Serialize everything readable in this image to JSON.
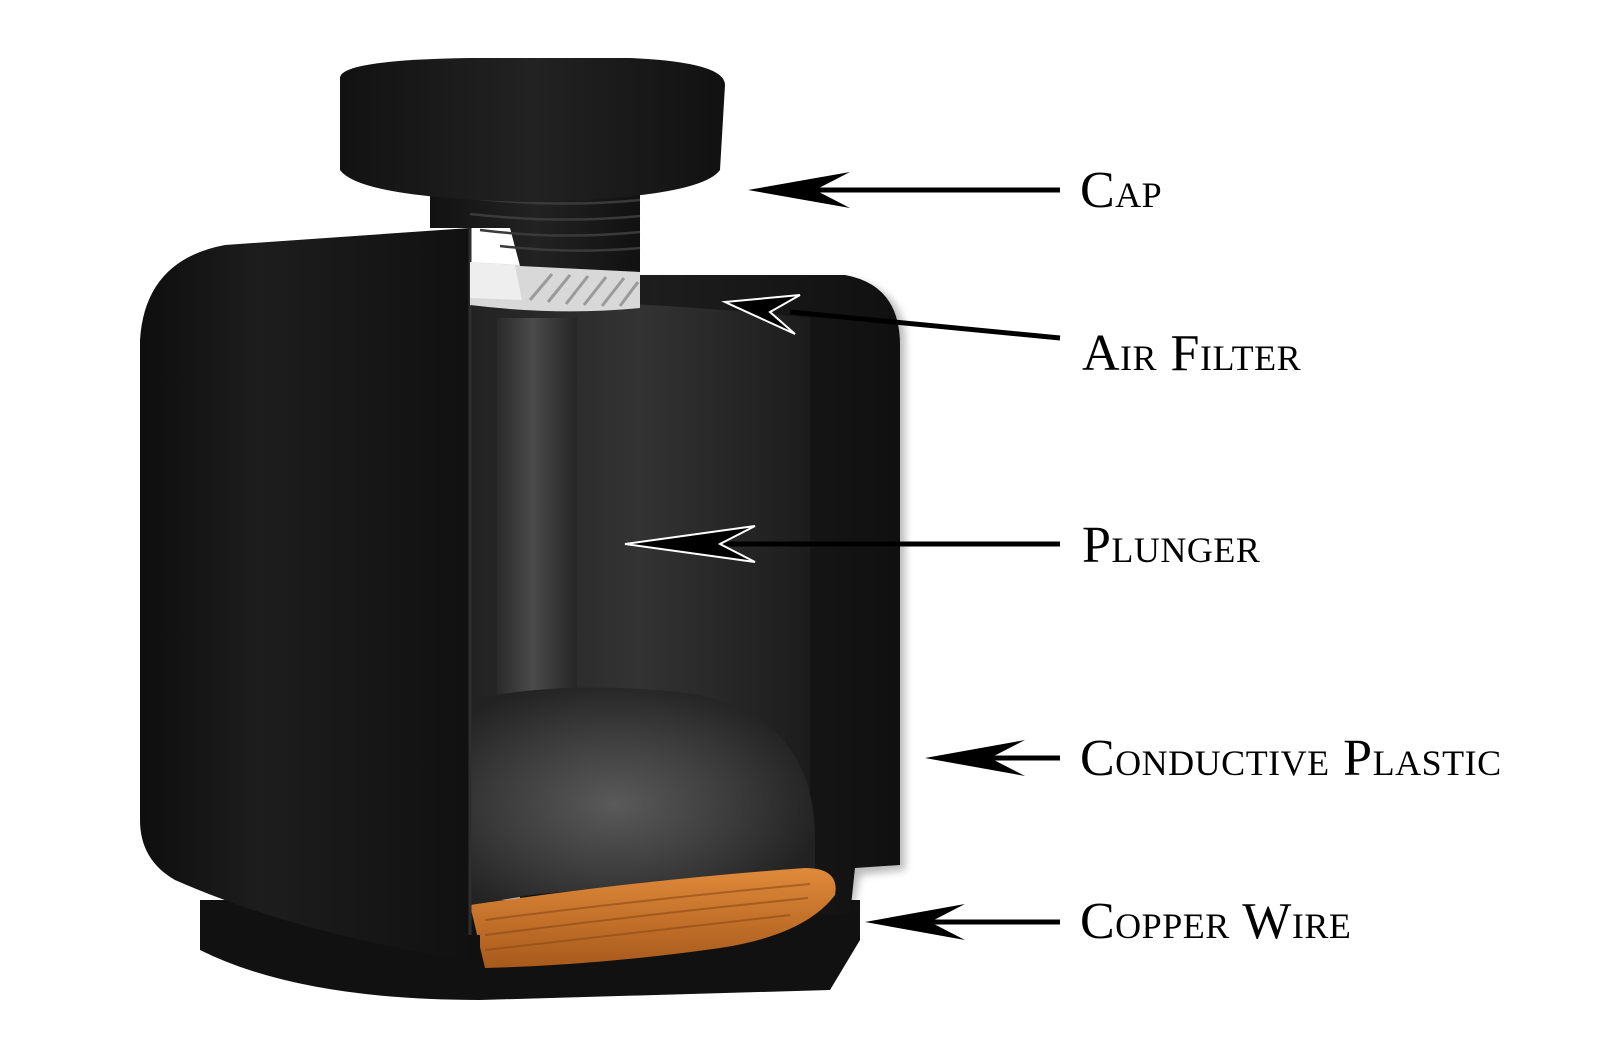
{
  "labels": {
    "cap": "Cap",
    "air_filter": "Air Filter",
    "plunger": "Plunger",
    "conductive_plastic": "Conductive Plastic",
    "copper_wire": "Copper Wire"
  },
  "colors": {
    "background": "#ffffff",
    "body": "#141414",
    "cap": "#1a1a1a",
    "interior": "#2c2c2c",
    "plunger": "#3a3a3a",
    "air_filter": "#d8d8d8",
    "copper": "#c8742c",
    "arrow": "#000000"
  }
}
